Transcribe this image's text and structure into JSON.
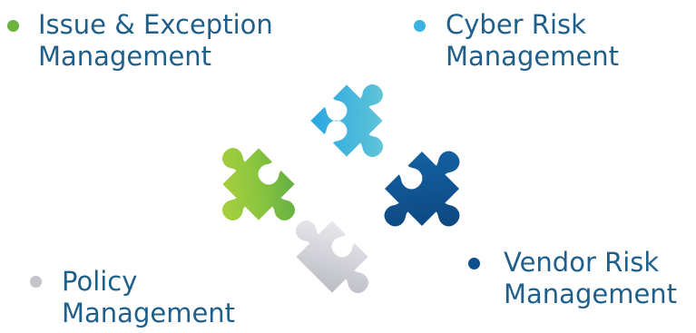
{
  "colors": {
    "text": "#1f5f8b",
    "green": "#6db33f",
    "cyan": "#3ab3e3",
    "navy": "#0f4f8c",
    "gray": "#c3c4c9"
  },
  "items": [
    {
      "id": "issue",
      "line1": "Issue & Exception",
      "line2": "Management",
      "color": "green",
      "icon": "puzzle-piece-icon"
    },
    {
      "id": "cyber",
      "line1": "Cyber Risk",
      "line2": "Management",
      "color": "cyan",
      "icon": "puzzle-piece-icon"
    },
    {
      "id": "vendor",
      "line1": "Vendor Risk",
      "line2": "Management",
      "color": "navy",
      "icon": "puzzle-piece-icon"
    },
    {
      "id": "policy",
      "line1": "Policy",
      "line2": "Management",
      "color": "gray",
      "icon": "puzzle-piece-icon"
    }
  ]
}
